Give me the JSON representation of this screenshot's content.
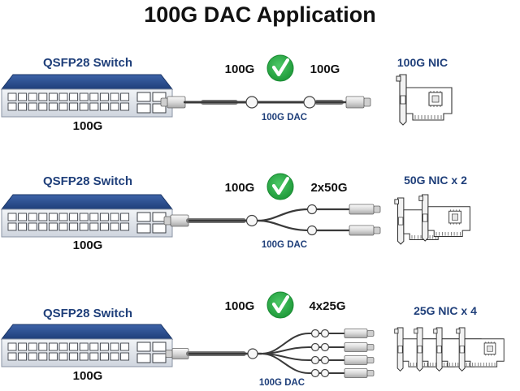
{
  "title": "100G DAC Application",
  "colors": {
    "switch_top": "#2a4d8f",
    "switch_body": "#e6e9ee",
    "label_blue": "#1f3f7a",
    "check_green": "#27a844",
    "cable": "#3a3a3a"
  },
  "rows": [
    {
      "switch_label": "QSFP28 Switch",
      "switch_speed": "100G",
      "left_rate": "100G",
      "right_rate": "100G",
      "cable_label": "100G DAC",
      "nic_label": "100G NIC",
      "breakout": 1
    },
    {
      "switch_label": "QSFP28 Switch",
      "switch_speed": "100G",
      "left_rate": "100G",
      "right_rate": "2x50G",
      "cable_label": "100G DAC",
      "nic_label": "50G NIC x 2",
      "breakout": 2
    },
    {
      "switch_label": "QSFP28 Switch",
      "switch_speed": "100G",
      "left_rate": "100G",
      "right_rate": "4x25G",
      "cable_label": "100G DAC",
      "nic_label": "25G NIC x 4",
      "breakout": 4
    }
  ],
  "icons": [
    "switch-icon",
    "check-icon",
    "dac-cable-icon",
    "nic-card-icon"
  ]
}
